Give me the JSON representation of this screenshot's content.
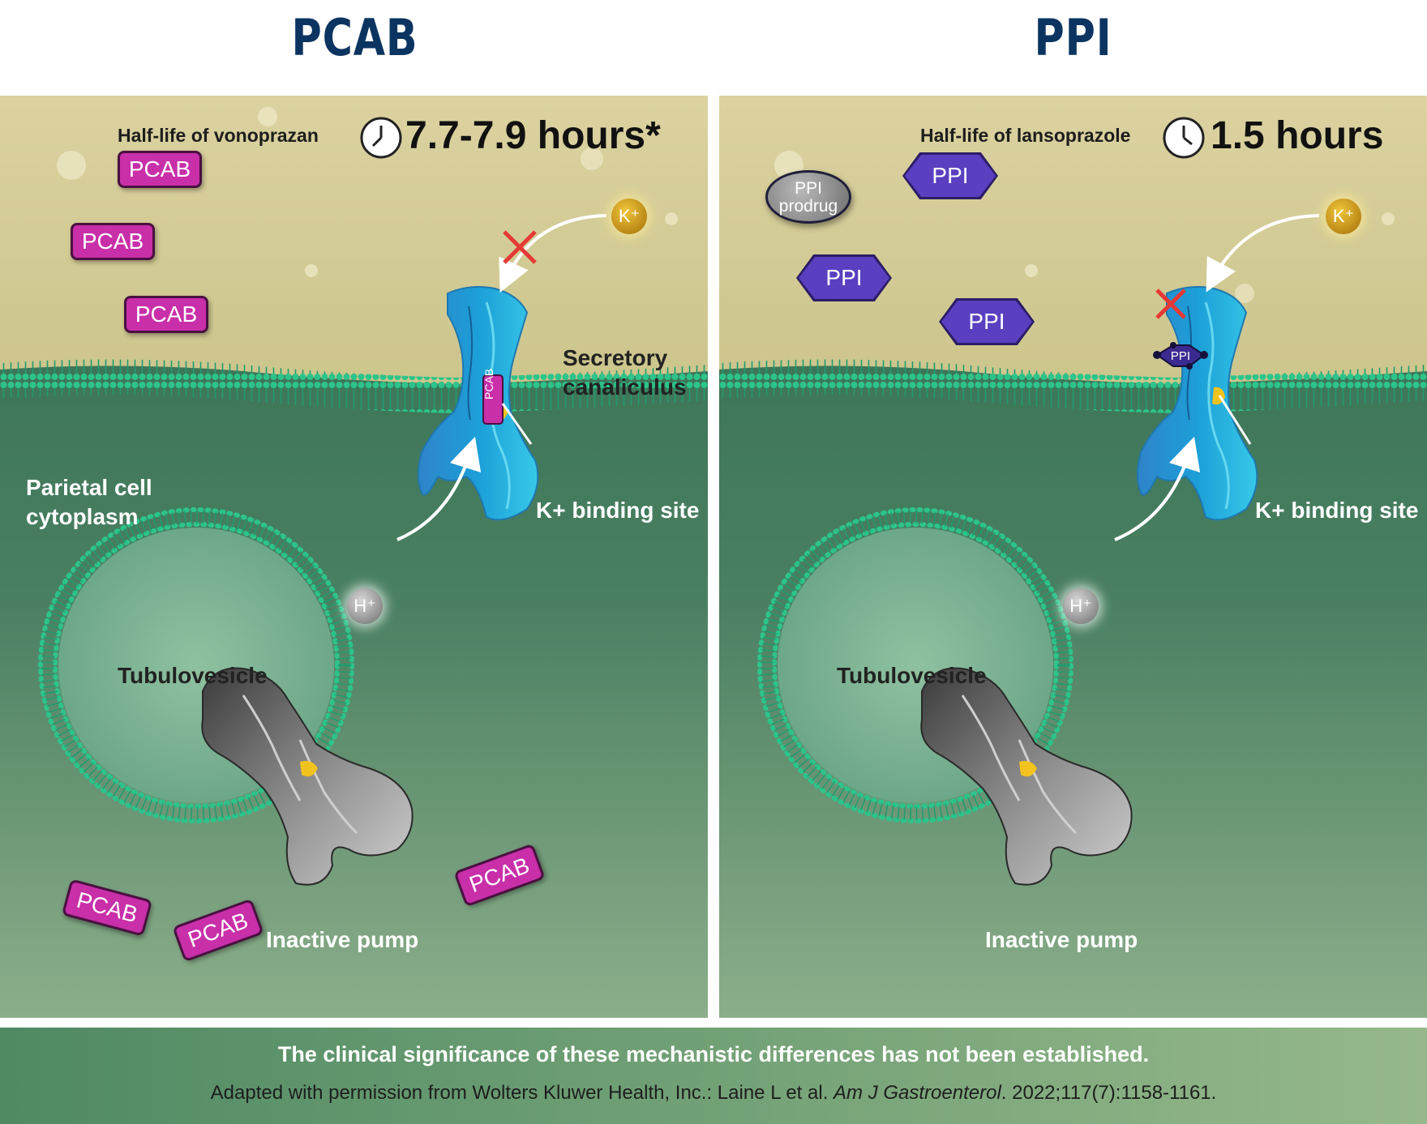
{
  "left": {
    "title": "PCAB",
    "half_life_label": "Half-life of vonoprazan",
    "half_life_value": "7.7-7.9 hours*",
    "drug_label": "PCAB",
    "bound_label": "PCAB",
    "ion_k": "K⁺",
    "ion_h": "H⁺",
    "secretory_line1": "Secretory",
    "secretory_line2": "canaliculus",
    "cytoplasm_line1": "Parietal cell",
    "cytoplasm_line2": "cytoplasm",
    "binding_site": "K+ binding site",
    "tubulovesicle": "Tubulovesicle",
    "inactive_pump": "Inactive pump",
    "colors": {
      "drug": "#c82fa9",
      "pump": "#1ba6cf",
      "potassium": "#d89b13",
      "blocked": "#e53935"
    }
  },
  "right": {
    "title": "PPI",
    "half_life_label": "Half-life of lansoprazole",
    "half_life_value": "1.5 hours",
    "drug_label": "PPI",
    "prodrug_line1": "PPI",
    "prodrug_line2": "prodrug",
    "bound_label": "PPI",
    "ion_k": "K⁺",
    "ion_h": "H⁺",
    "binding_site": "K+ binding site",
    "tubulovesicle": "Tubulovesicle",
    "inactive_pump": "Inactive pump",
    "colors": {
      "drug": "#5a3fc0",
      "pump": "#1ba6cf",
      "potassium": "#d89b13",
      "blocked": "#e53935"
    }
  },
  "footer": {
    "note": "The clinical significance of these mechanistic differences has not been established.",
    "citation_prefix": "Adapted with permission from Wolters Kluwer Health, Inc.: Laine L et al. ",
    "citation_journal": "Am J Gastroenterol",
    "citation_suffix": ". 2022;117(7):1158-1161."
  },
  "icons": [
    "clock-icon",
    "k-ion-icon",
    "h-ion-icon",
    "block-x-icon",
    "arrow-icon",
    "proton-pump-icon",
    "membrane-icon"
  ]
}
